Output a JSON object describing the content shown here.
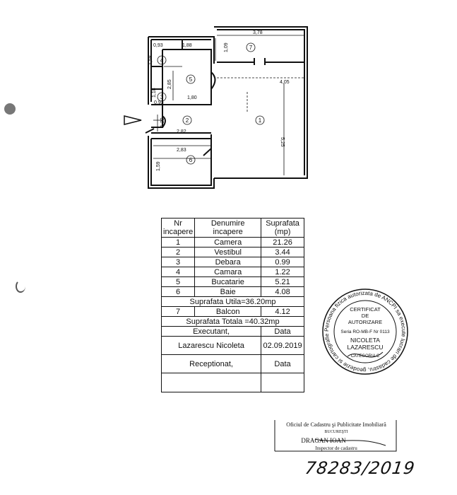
{
  "plan": {
    "dimensions": [
      "3,78",
      "0,93",
      "1,88",
      "1,58",
      "1,09",
      "2,85",
      "4,05",
      "1,18",
      "1,80",
      "0,93",
      "1,22",
      "2,82",
      "5,25",
      "2,83",
      "1,59"
    ],
    "room_numbers": [
      "1",
      "2",
      "3",
      "4",
      "5",
      "6",
      "7"
    ]
  },
  "table": {
    "headers": {
      "nr": "Nr\nincapere",
      "name": "Denumire\nincapere",
      "area": "Suprafata\n(mp)"
    },
    "rows": [
      {
        "nr": "1",
        "name": "Camera",
        "area": "21.26"
      },
      {
        "nr": "2",
        "name": "Vestibul",
        "area": "3.44"
      },
      {
        "nr": "3",
        "name": "Debara",
        "area": "0.99"
      },
      {
        "nr": "4",
        "name": "Camara",
        "area": "1.22"
      },
      {
        "nr": "5",
        "name": "Bucatarie",
        "area": "5.21"
      },
      {
        "nr": "6",
        "name": "Baie",
        "area": "4.08"
      }
    ],
    "util_total": "Suprafata Utila=36.20mp",
    "balcony": {
      "nr": "7",
      "name": "Balcon",
      "area": "4.12"
    },
    "grand_total": "Suprafata Totala =40.32mp",
    "executant_label": "Executant,",
    "data_label": "Data",
    "executant_name": "Lazarescu Nicoleta",
    "executant_date": "02.09.2019",
    "receptionat_label": "Receptionat,",
    "receptionat_date_label": "Data"
  },
  "seal": {
    "title_lines": [
      "CERTIFICAT",
      "DE",
      "AUTORIZARE"
    ],
    "series": "Seria RO-MB-F Nr 0113",
    "name_lines": [
      "NICOLETA",
      "LAZARESCU"
    ],
    "category": "CATEGORIA C",
    "ring_text": "Persoana fizica autorizata de ANCPI sa execute lucrari de cadastru, geodezie si cartografie"
  },
  "stamp": {
    "line1": "Oficiul de Cadastru şi Publicitate Imobiliară",
    "line2": "BUCUREŞTI",
    "line3": "DRAGAN IOAN",
    "line4": "Inspector de cadastru"
  },
  "handwritten_number": "78283/2019"
}
